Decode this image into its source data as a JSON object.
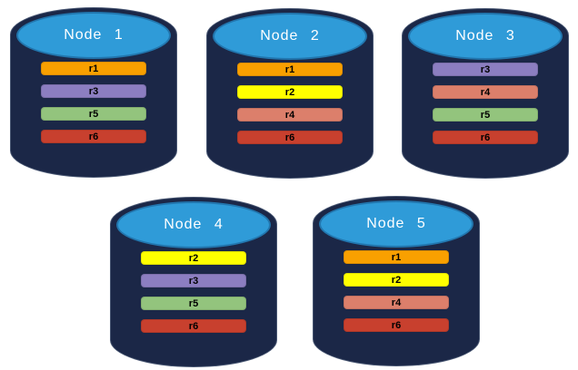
{
  "diagram": {
    "description": "Five database node cylinders showing replica placement",
    "theme": {
      "background": "#FFFFFF",
      "cylinder_body_fill": "#1B2747",
      "cylinder_top_fill": "#2F9BD8",
      "cylinder_top_stroke": "#2276AE",
      "node_title_color": "#FFFFFF",
      "bar_text_color": "#000000"
    },
    "replica_colors": {
      "r1": "#F9A000",
      "r2": "#FFFF00",
      "r3": "#8C7EC1",
      "r4": "#DC7F6B",
      "r5": "#93C47D",
      "r6": "#C8402E"
    },
    "nodes": [
      {
        "label": "Node 1",
        "replicas": [
          {
            "label": "r1",
            "color": "#F9A000"
          },
          {
            "label": "r3",
            "color": "#8C7EC1"
          },
          {
            "label": "r5",
            "color": "#93C47D"
          },
          {
            "label": "r6",
            "color": "#C8402E"
          }
        ]
      },
      {
        "label": "Node 2",
        "replicas": [
          {
            "label": "r1",
            "color": "#F9A000"
          },
          {
            "label": "r2",
            "color": "#FFFF00"
          },
          {
            "label": "r4",
            "color": "#DC7F6B"
          },
          {
            "label": "r6",
            "color": "#C8402E"
          }
        ]
      },
      {
        "label": "Node 3",
        "replicas": [
          {
            "label": "r3",
            "color": "#8C7EC1"
          },
          {
            "label": "r4",
            "color": "#DC7F6B"
          },
          {
            "label": "r5",
            "color": "#93C47D"
          },
          {
            "label": "r6",
            "color": "#C8402E"
          }
        ]
      },
      {
        "label": "Node 4",
        "replicas": [
          {
            "label": "r2",
            "color": "#FFFF00"
          },
          {
            "label": "r3",
            "color": "#8C7EC1"
          },
          {
            "label": "r5",
            "color": "#93C47D"
          },
          {
            "label": "r6",
            "color": "#C8402E"
          }
        ]
      },
      {
        "label": "Node 5",
        "replicas": [
          {
            "label": "r1",
            "color": "#F9A000"
          },
          {
            "label": "r2",
            "color": "#FFFF00"
          },
          {
            "label": "r4",
            "color": "#DC7F6B"
          },
          {
            "label": "r6",
            "color": "#C8402E"
          }
        ]
      }
    ]
  }
}
